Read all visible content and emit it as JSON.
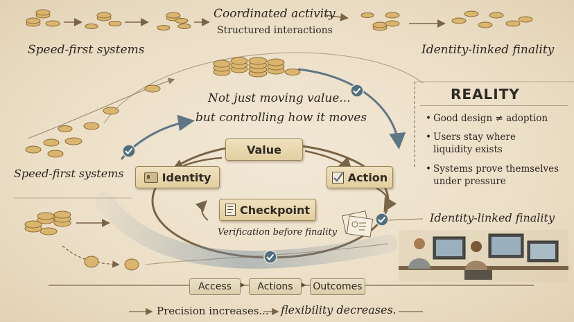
{
  "top": {
    "left_label": "Speed-first systems",
    "center_title": "Coordinated activity",
    "center_subtitle": "Structured interactions",
    "right_label": "Identity-linked finality"
  },
  "center": {
    "headline_line1": "Not just moving value...",
    "headline_line2": "but controlling how it moves",
    "left_label": "Speed-first systems",
    "right_label": "Identity-linked finality"
  },
  "cycle": {
    "value": "Value",
    "identity": "Identity",
    "action": "Action",
    "checkpoint": "Checkpoint",
    "checkpoint_caption": "Verification before finality"
  },
  "reality": {
    "title": "REALITY",
    "bullets": [
      "Good design ≠ adoption",
      "Users stay where liquidity exists",
      "Systems prove themselves under pressure"
    ]
  },
  "flow": {
    "steps": [
      "Access",
      "Actions",
      "Outcomes"
    ]
  },
  "footer": {
    "left": "Precision increases...",
    "right": "flexibility decreases."
  },
  "icons": {
    "coin": "coin-stack-icon",
    "check": "check-badge-icon",
    "id": "id-card-icon",
    "action": "checkbox-icon",
    "checkpoint": "document-icon"
  },
  "colors": {
    "background": "#ede2cc",
    "card": "#e6d4a8",
    "arrow_blue": "#6f8796",
    "arrow_brown": "#7a6448",
    "check_badge": "#4f6e80"
  }
}
